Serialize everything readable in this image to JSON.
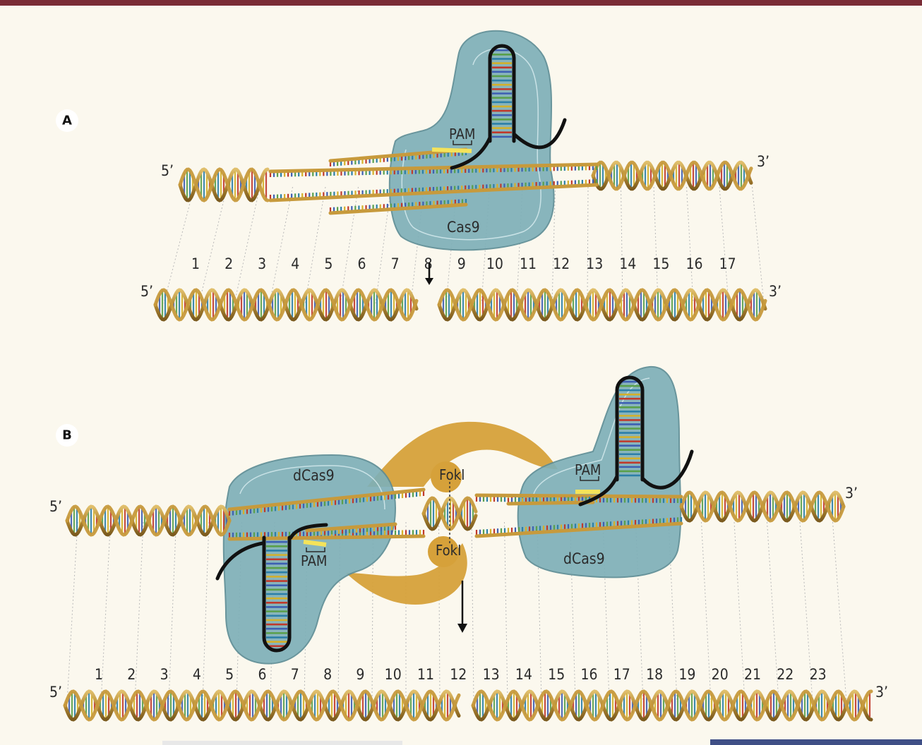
{
  "panel_a": {
    "letter": "A",
    "end_5": "5’",
    "end_3": "3’",
    "pam": "PAM",
    "protein": "Cas9",
    "numbers": [
      "1",
      "2",
      "3",
      "4",
      "5",
      "6",
      "7",
      "8",
      "9",
      "10",
      "11",
      "12",
      "13",
      "14",
      "15",
      "16",
      "17"
    ]
  },
  "panel_b": {
    "letter": "B",
    "end_5": "5’",
    "end_3": "3’",
    "pam_left": "PAM",
    "pam_right": "PAM",
    "protein_left": "dCas9",
    "protein_right": "dCas9",
    "fok_top": "FokI",
    "fok_bottom": "FokI",
    "numbers": [
      "1",
      "2",
      "3",
      "4",
      "5",
      "6",
      "7",
      "8",
      "9",
      "10",
      "11",
      "12",
      "13",
      "14",
      "15",
      "16",
      "17",
      "18",
      "19",
      "20",
      "21",
      "22",
      "23"
    ]
  },
  "colors": {
    "backbone": "#c79a3c",
    "protein": "#7fb0b8",
    "guide_rna": "#111111",
    "pam_highlight": "#f4e35a",
    "fokI": "#d6a13a",
    "base_pairs": [
      "#c0392b",
      "#3d5fb3",
      "#5aa04a",
      "#2c7fa8",
      "#d4b02a"
    ]
  }
}
